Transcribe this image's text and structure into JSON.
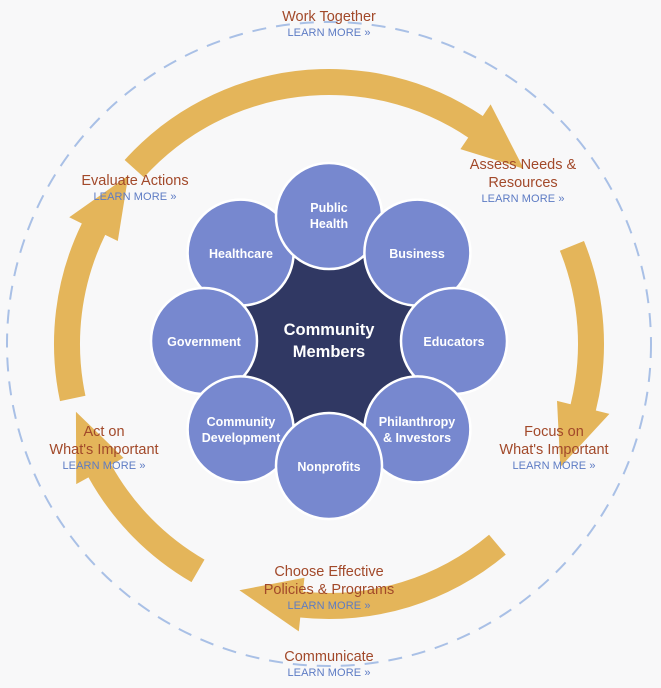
{
  "colors": {
    "stage_title": "#a2492a",
    "learn_more": "#5d7bc4",
    "arrow": "#e4b55a",
    "circle": "#7788cf",
    "center": "#303863",
    "dashed_ring": "#a9c0e6",
    "background": "#f8f8f9"
  },
  "center": {
    "line1": "Community",
    "line2": "Members"
  },
  "sectors": [
    {
      "line1": "Public",
      "line2": "Health"
    },
    {
      "line1": "Business",
      "line2": ""
    },
    {
      "line1": "Educators",
      "line2": ""
    },
    {
      "line1": "Philanthropy",
      "line2": "& Investors"
    },
    {
      "line1": "Nonprofits",
      "line2": ""
    },
    {
      "line1": "Community",
      "line2": "Development"
    },
    {
      "line1": "Government",
      "line2": ""
    },
    {
      "line1": "Healthcare",
      "line2": ""
    }
  ],
  "stages": [
    {
      "title_line1": "Work Together",
      "title_line2": "",
      "link": "LEARN MORE »"
    },
    {
      "title_line1": "Assess Needs &",
      "title_line2": "Resources",
      "link": "LEARN MORE »"
    },
    {
      "title_line1": "Focus on",
      "title_line2": "What's Important",
      "link": "LEARN MORE »"
    },
    {
      "title_line1": "Choose Effective",
      "title_line2": "Policies & Programs",
      "link": "LEARN MORE »"
    },
    {
      "title_line1": "Communicate",
      "title_line2": "",
      "link": "LEARN MORE »"
    },
    {
      "title_line1": "Act on",
      "title_line2": "What's Important",
      "link": "LEARN MORE »"
    },
    {
      "title_line1": "Evaluate Actions",
      "title_line2": "",
      "link": "LEARN MORE »"
    }
  ]
}
